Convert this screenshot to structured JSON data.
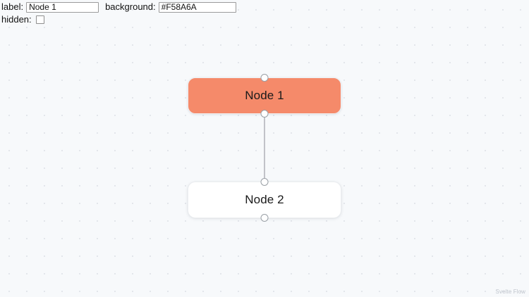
{
  "panel": {
    "label_caption": "label:",
    "label_value": "Node 1",
    "background_caption": "background:",
    "background_value": "#F58A6A",
    "hidden_caption": "hidden:",
    "hidden_checked": false
  },
  "canvas": {
    "background_color": "#F7F9FB",
    "dot_color": "#DCDFE6",
    "attribution": "Svelte Flow"
  },
  "nodes": [
    {
      "id": "node-1",
      "label": "Node 1",
      "background": "#F58A6A",
      "text_color": "#1A1A1A"
    },
    {
      "id": "node-2",
      "label": "Node 2",
      "background": "#FFFFFF",
      "text_color": "#1A1A1A"
    }
  ],
  "edges": [
    {
      "id": "edge-node1-node2",
      "source": "node-1",
      "target": "node-2",
      "color": "#B1B1B7"
    }
  ]
}
